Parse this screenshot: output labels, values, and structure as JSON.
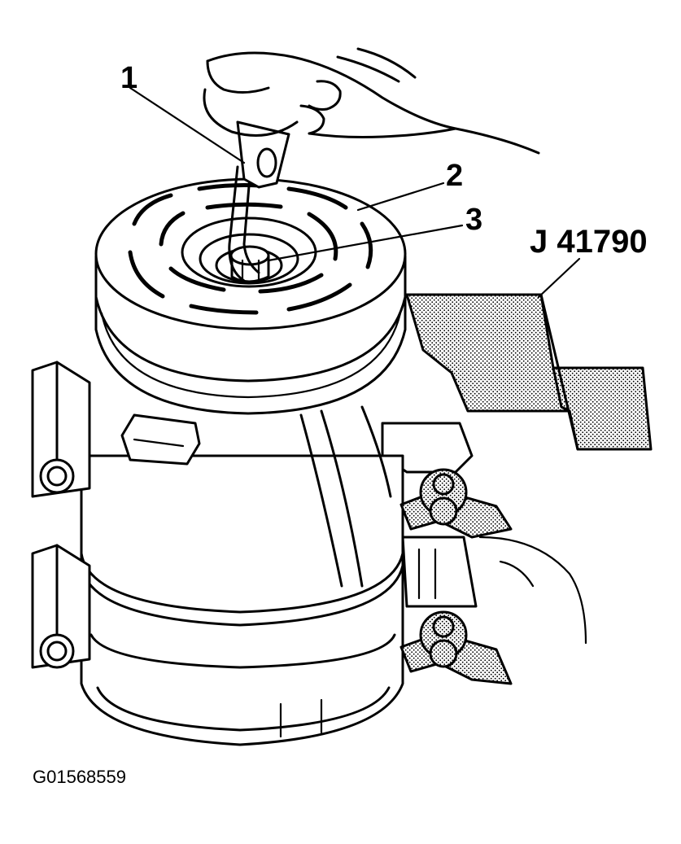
{
  "callouts": {
    "c1": "1",
    "c2": "2",
    "c3": "3"
  },
  "tool_label": "J 41790",
  "figure_id": "G01568559",
  "icons": {
    "illustration": "compressor-clutch-hub-removal-illustration"
  }
}
